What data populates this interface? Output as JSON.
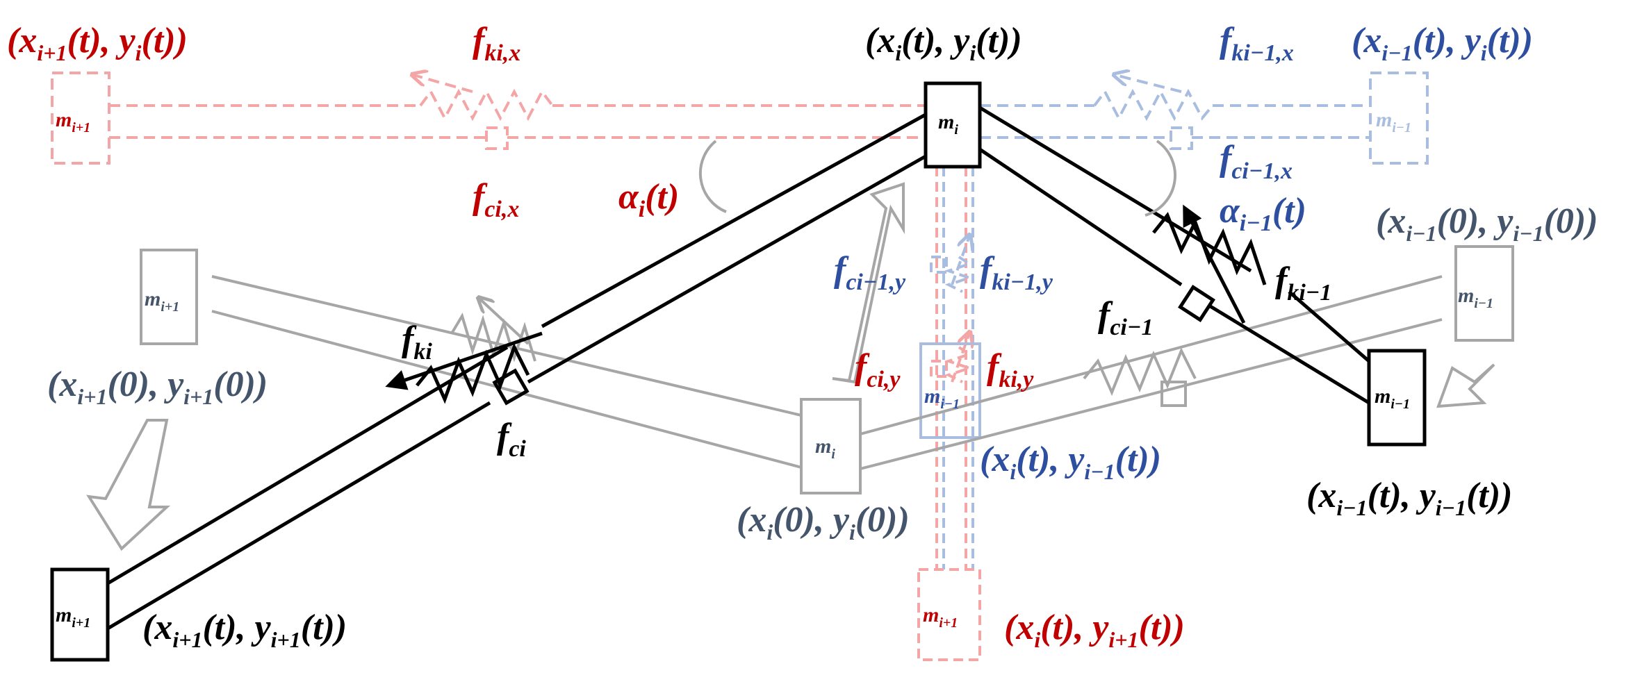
{
  "colors": {
    "black": "#000000",
    "red": "#c00000",
    "blue": "#2e4f9f",
    "slate": "#44546a",
    "gray": "#a6a6a6",
    "light_red": "#f4a6a6",
    "light_blue": "#a9bde0"
  },
  "coords": {
    "i_plus_1_t_yi": {
      "a": "(x",
      "sa": "i+1",
      "b": "(t), y",
      "sb": "i",
      "c": "(t))"
    },
    "i_t_yi": {
      "a": "(x",
      "sa": "i",
      "b": "(t), y",
      "sb": "i",
      "c": "(t))"
    },
    "i_minus_1_t_yi": {
      "a": "(x",
      "sa": "i−1",
      "b": "(t), y",
      "sb": "i",
      "c": "(t))"
    },
    "i_minus_1_0": {
      "a": "(x",
      "sa": "i−1",
      "b": "(0), y",
      "sb": "i−1",
      "c": "(0))"
    },
    "i_plus_1_0": {
      "a": "(x",
      "sa": "i+1",
      "b": "(0), y",
      "sb": "i+1",
      "c": "(0))"
    },
    "i_t_y_minus_1": {
      "a": "(x",
      "sa": "i",
      "b": "(t), y",
      "sb": "i−1",
      "c": "(t))"
    },
    "i_minus_1_t": {
      "a": "(x",
      "sa": "i−1",
      "b": "(t), y",
      "sb": "i−1",
      "c": "(t))"
    },
    "i_0": {
      "a": "(x",
      "sa": "i",
      "b": "(0), y",
      "sb": "i",
      "c": "(0))"
    },
    "i_plus_1_t": {
      "a": "(x",
      "sa": "i+1",
      "b": "(t), y",
      "sb": "i+1",
      "c": "(t))"
    },
    "i_t_y_plus_1": {
      "a": "(x",
      "sa": "i",
      "b": "(t), y",
      "sb": "i+1",
      "c": "(t))"
    }
  },
  "forces": {
    "fki_x": {
      "base": "f",
      "sub": "ki,x"
    },
    "fki_minus_1_x": {
      "base": "f",
      "sub": "ki−1,x"
    },
    "fci_x": {
      "base": "f",
      "sub": "ci,x"
    },
    "fci_minus_1_x": {
      "base": "f",
      "sub": "ci−1,x"
    },
    "fci_minus_1_y": {
      "base": "f",
      "sub": "ci−1,y"
    },
    "fki_minus_1_y": {
      "base": "f",
      "sub": "ki−1,y"
    },
    "fki_minus_1": {
      "base": "f",
      "sub": "ki−1"
    },
    "fci_minus_1": {
      "base": "f",
      "sub": "ci−1"
    },
    "fki": {
      "base": "f",
      "sub": "ki"
    },
    "fci": {
      "base": "f",
      "sub": "ci"
    },
    "fci_y": {
      "base": "f",
      "sub": "ci,y"
    },
    "fki_y": {
      "base": "f",
      "sub": "ki,y"
    }
  },
  "angles": {
    "alpha_i": {
      "base": "α",
      "sub": "i",
      "rest": "(t)"
    },
    "alpha_i_minus_1": {
      "base": "α",
      "sub": "i−1",
      "rest": "(t)"
    }
  },
  "masses": {
    "m_i": {
      "base": "m",
      "sub": "i"
    },
    "m_i_plus_1": {
      "base": "m",
      "sub": "i+1"
    },
    "m_i_minus_1": {
      "base": "m",
      "sub": "i−1"
    }
  }
}
